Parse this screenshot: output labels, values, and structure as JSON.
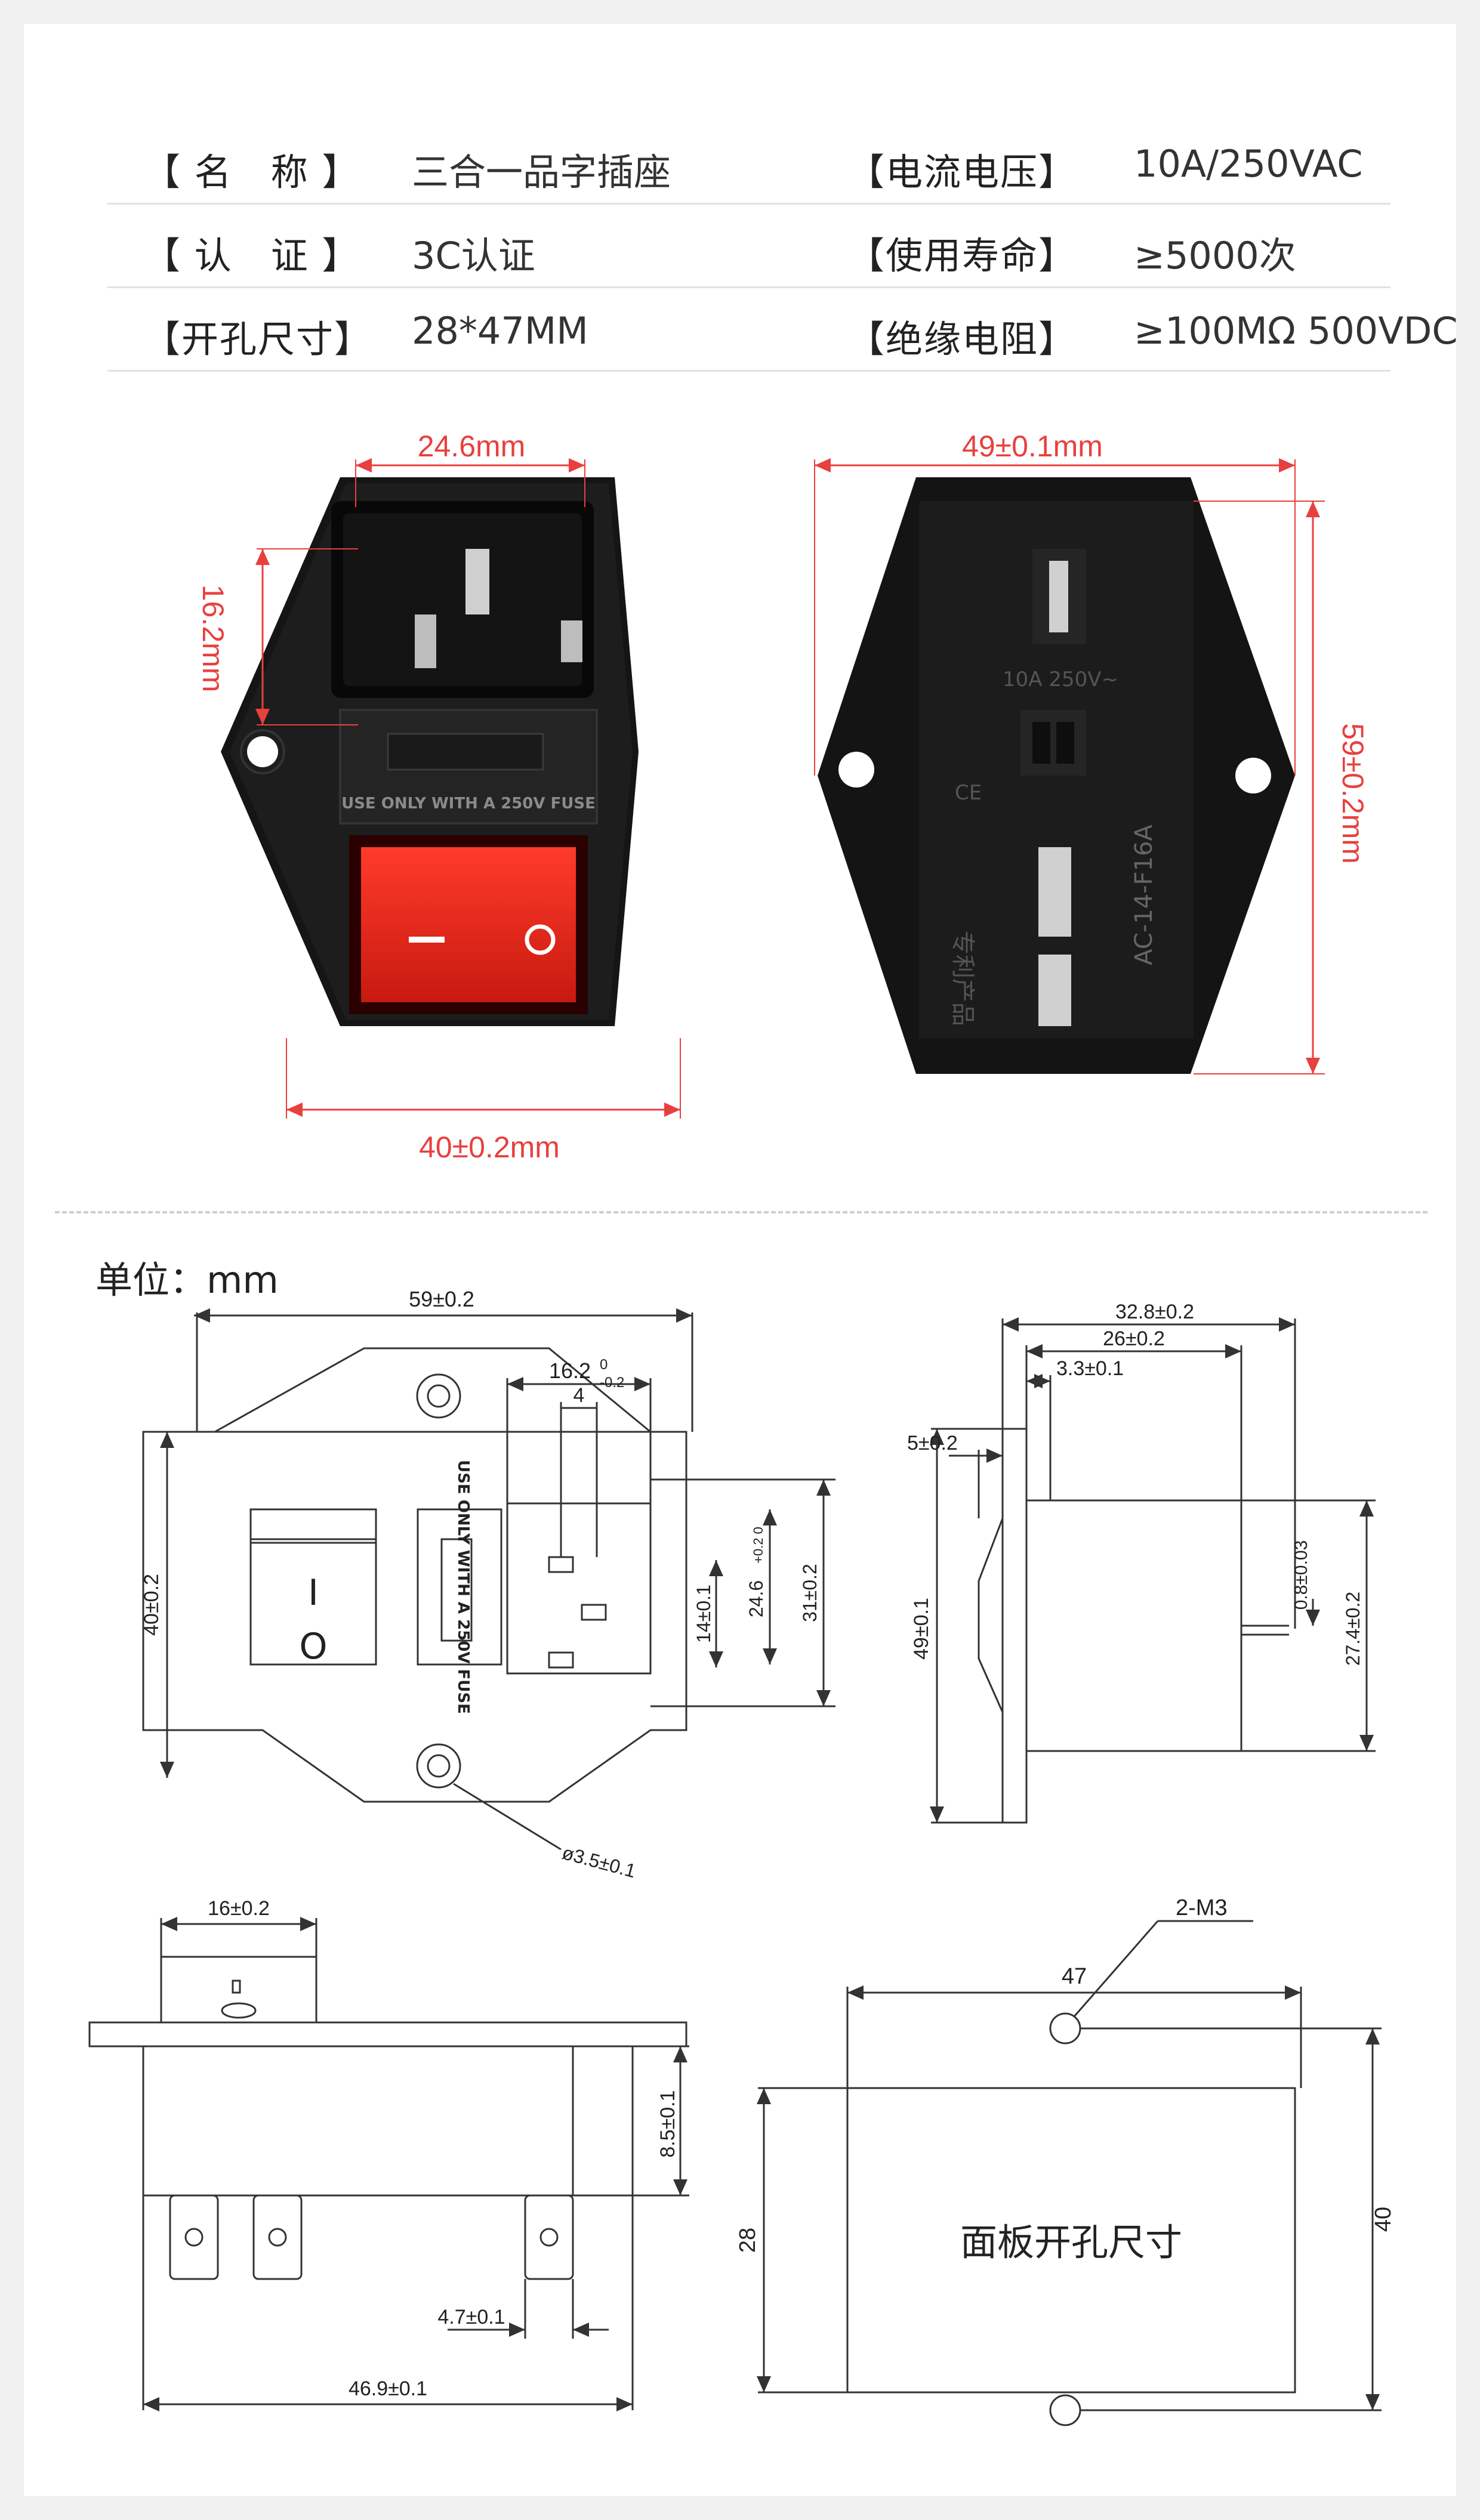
{
  "specs": [
    {
      "k1": "【 名　称 】",
      "v1": "三合一品字插座",
      "k2": "【电流电压】",
      "v2": "10A/250VAC"
    },
    {
      "k1": "【 认　证 】",
      "v1": "3C认证",
      "k2": "【使用寿命】",
      "v2": "≥5000次"
    },
    {
      "k1": "【开孔尺寸】",
      "v1": "28*47MM",
      "k2": "【绝缘电阻】",
      "v2": "≥100MΩ 500VDC"
    }
  ],
  "photo": {
    "front": {
      "width_top": "24.6mm",
      "height_left": "16.2mm",
      "width_bottom": "40±0.2mm",
      "fuse_text": "USE ONLY WITH A 250V FUSE",
      "switch_off": "—",
      "switch_on": "○"
    },
    "back": {
      "width_top": "49±0.1mm",
      "height_right": "59±0.2mm",
      "rating": "10A 250V~",
      "model": "AC-14-F16A",
      "patent": "专利产品",
      "cert": "CE"
    }
  },
  "unit_label": "单位：mm",
  "drawing_front": {
    "overall_w": "59±0.2",
    "socket_w": "16.2",
    "socket_tol_upper": "0",
    "socket_tol_lower": "-0.2",
    "pin_gap": "4",
    "h_left": "40±0.2",
    "h_14": "14±0.1",
    "h_246": "24.6+0.2\n0",
    "h_246_main": "24.6",
    "h_246_tol": "+0.2 0",
    "h_31": "31±0.2",
    "hole": "ø3.5±0.1",
    "fuse_text": "USE ONLY WITH A 250V FUSE",
    "switch_on": "I",
    "switch_off": "O"
  },
  "drawing_side": {
    "d328": "32.8±0.2",
    "d26": "26±0.2",
    "d33": "3.3±0.1",
    "d5": "5±0.2",
    "h49": "49±0.1",
    "d08": "0.8±0.03",
    "d274": "27.4±0.2"
  },
  "drawing_top": {
    "d16": "16±0.2",
    "d85": "8.5±0.1",
    "d47": "4.7±0.1",
    "d469": "46.9±0.1"
  },
  "drawing_cutout": {
    "w47": "47",
    "m3": "2-M3",
    "h28": "28",
    "h40": "40",
    "label": "面板开孔尺寸"
  }
}
